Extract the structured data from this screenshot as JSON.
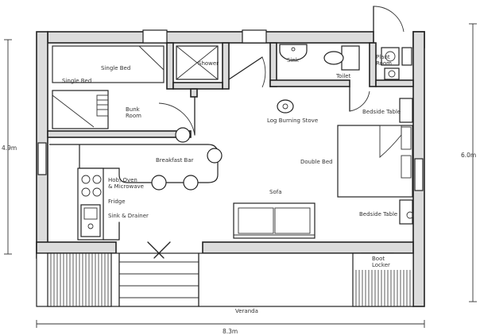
{
  "labels": {
    "single_bed_1": "Single Bed",
    "single_bed_2": "Single Bed",
    "bunk_room": "Bunk\nRoom",
    "shower": "Shower",
    "sink": "Sink",
    "toilet": "Toilet",
    "plant_room": "Plant\nRoom",
    "log_burning_stove": "Log Burning Stove",
    "bedside_table_top": "Bedside Table",
    "double_bed": "Double Bed",
    "breakfast_bar": "Breakfast Bar",
    "hob_oven": "Hob, Oven\n& Microwave",
    "fridge": "Fridge",
    "sink_drainer": "Sink & Drainer",
    "sofa": "Sofa",
    "bedside_table_bottom": "Bedside Table",
    "boot_locker": "Boot\nLocker",
    "veranda": "Veranda"
  },
  "dimensions": {
    "width": "8.3m",
    "left_height": "4.9m",
    "right_height": "6.0m"
  }
}
